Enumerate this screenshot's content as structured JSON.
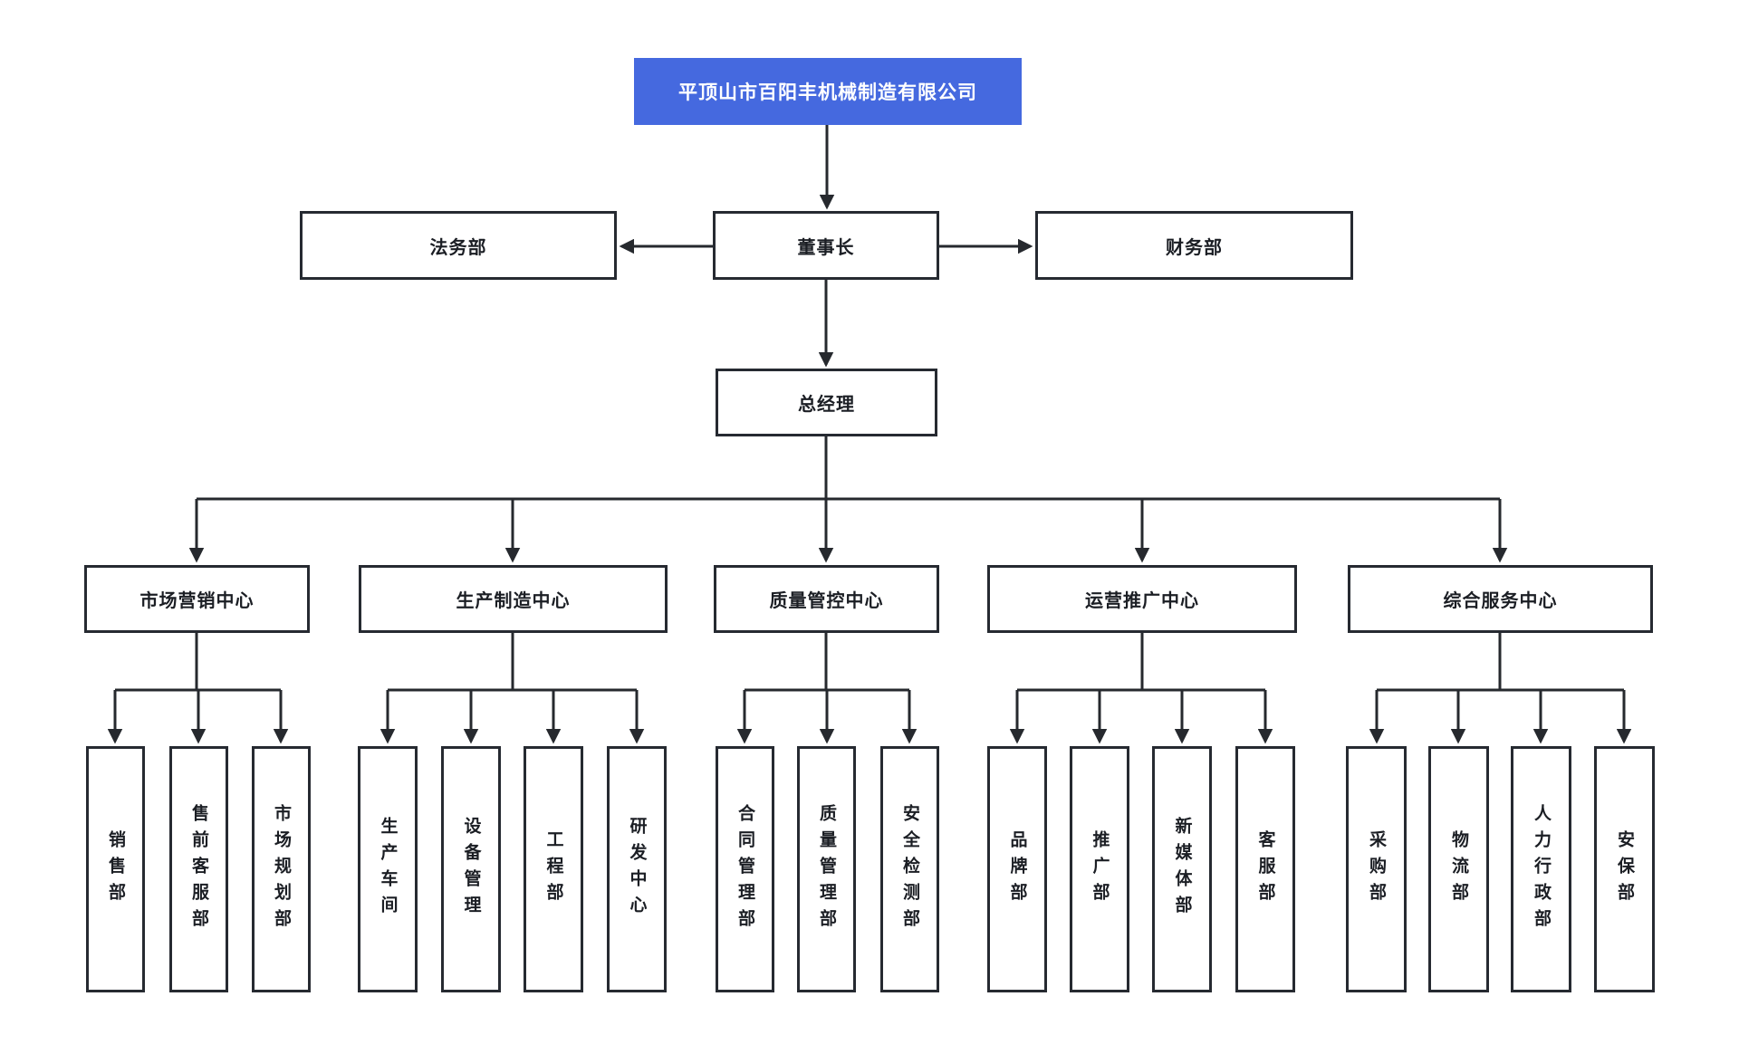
{
  "org": {
    "root": {
      "label": "平顶山市百阳丰机械制造有限公司"
    },
    "level2": {
      "left": {
        "label": "法务部"
      },
      "center": {
        "label": "董事长"
      },
      "right": {
        "label": "财务部"
      }
    },
    "gm": {
      "label": "总经理"
    },
    "centers": [
      {
        "label": "市场营销中心",
        "children": [
          "销售部",
          "售前客服部",
          "市场规划部"
        ]
      },
      {
        "label": "生产制造中心",
        "children": [
          "生产车间",
          "设备管理",
          "工程部",
          "研发中心"
        ]
      },
      {
        "label": "质量管控中心",
        "children": [
          "合同管理部",
          "质量管理部",
          "安全检测部"
        ]
      },
      {
        "label": "运营推广中心",
        "children": [
          "品牌部",
          "推广部",
          "新媒体部",
          "客服部"
        ]
      },
      {
        "label": "综合服务中心",
        "children": [
          "采购部",
          "物流部",
          "人力行政部",
          "安保部"
        ]
      }
    ],
    "colors": {
      "root_bg": "#4569df",
      "root_text": "#ffffff",
      "box_bg": "#ffffff",
      "box_border": "#262a31",
      "line": "#26292e",
      "text": "#1b1e24",
      "page_bg": "#ffffff"
    }
  }
}
